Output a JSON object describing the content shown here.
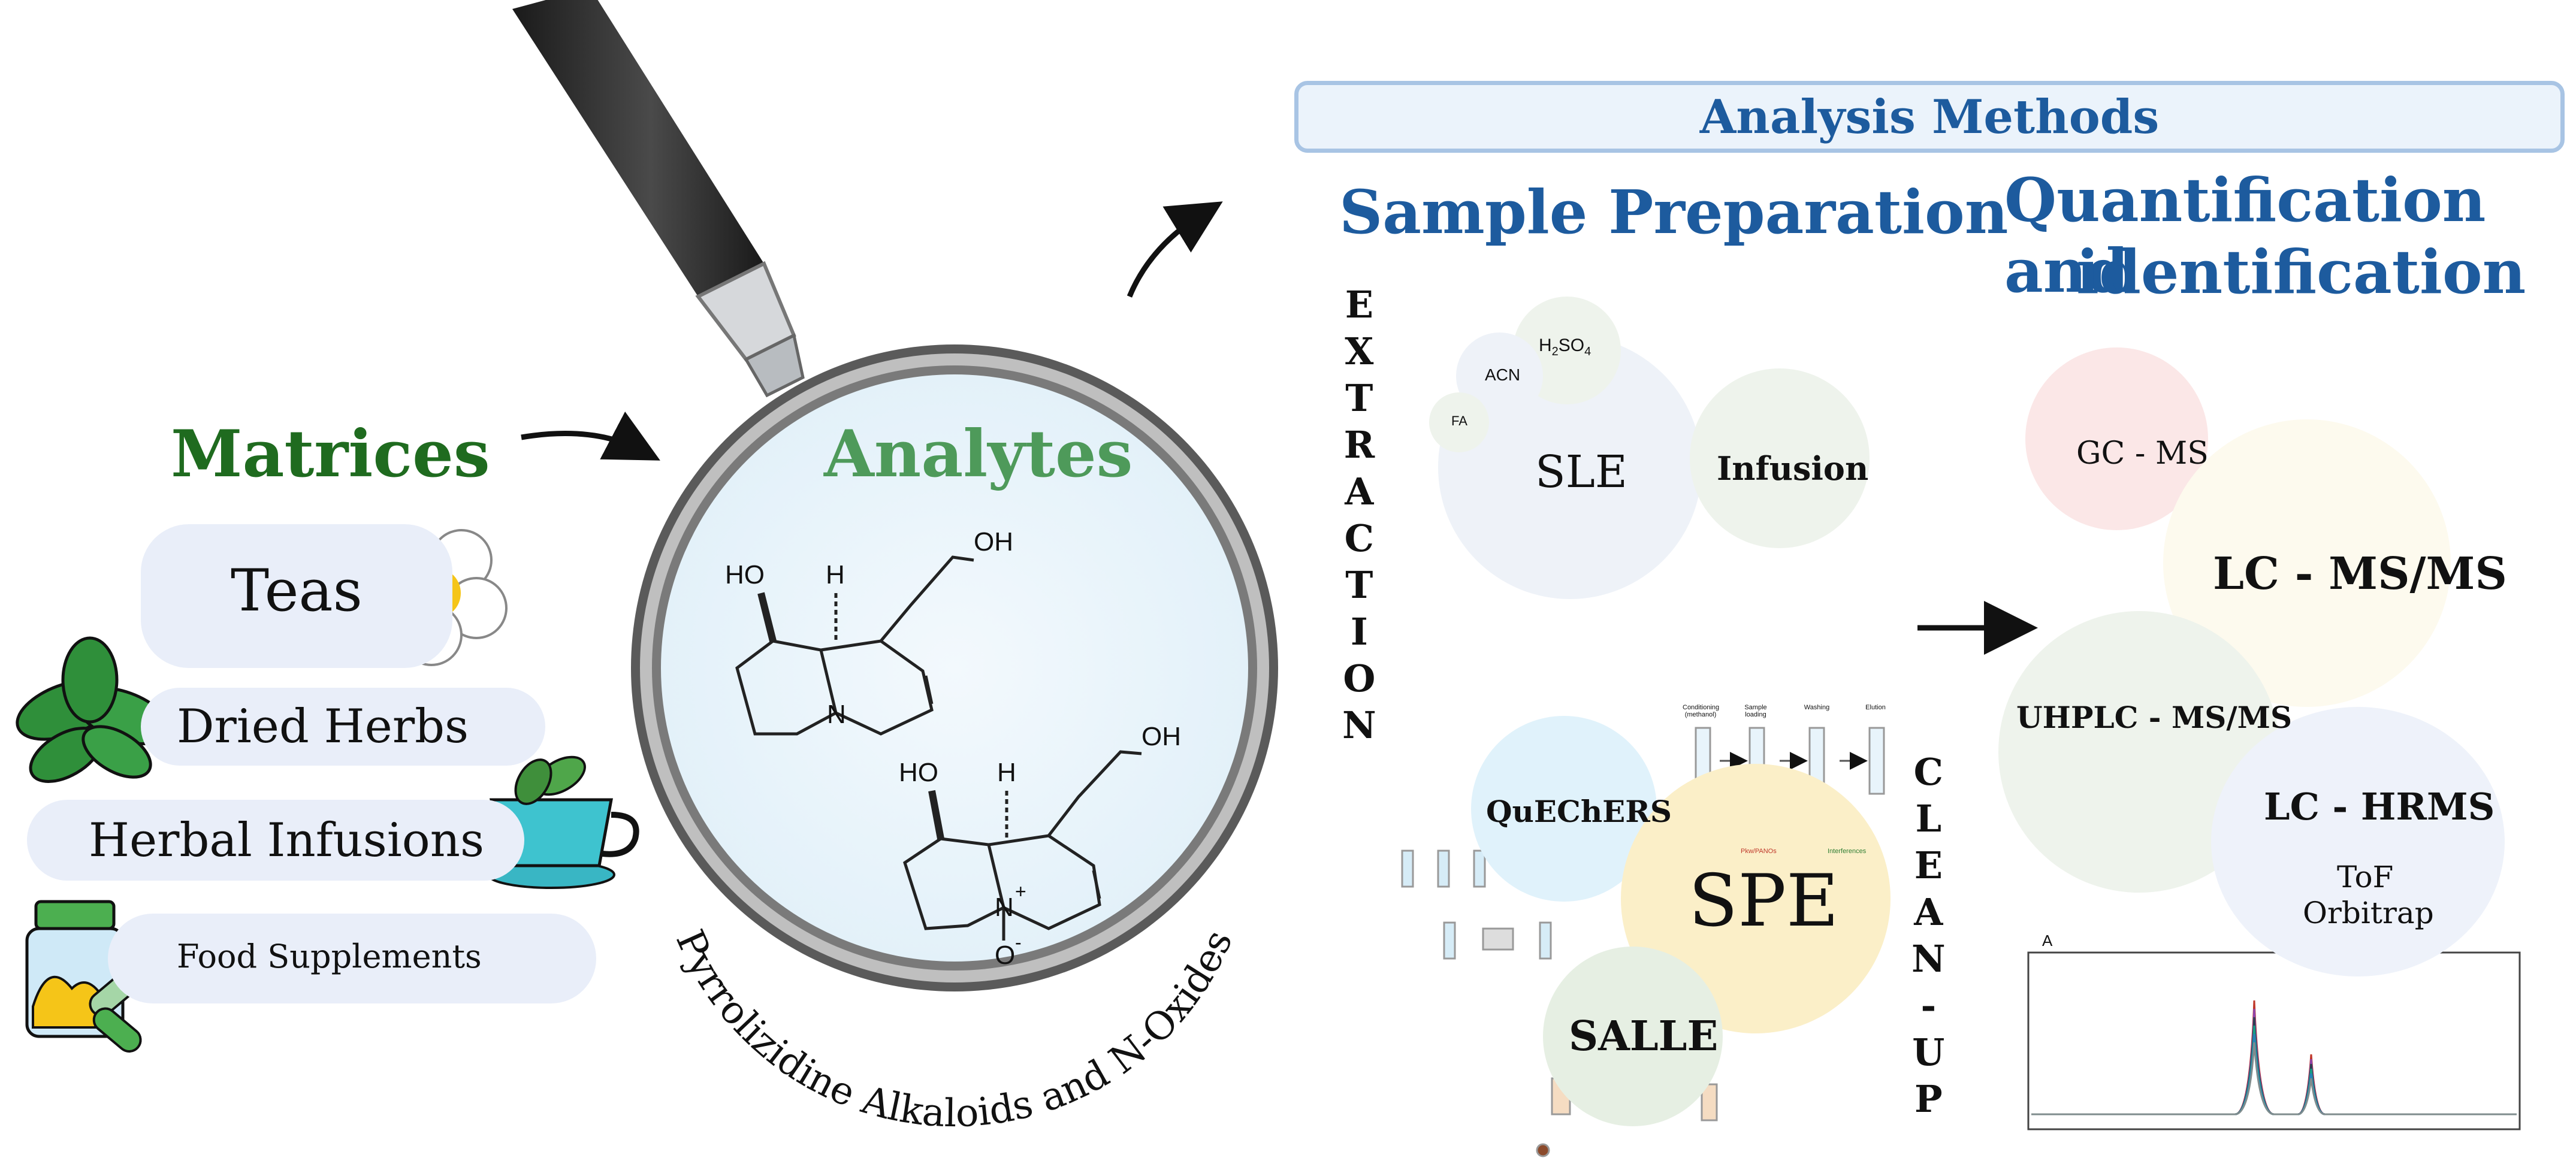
{
  "header": {
    "title": "Analysis Methods"
  },
  "matrices": {
    "heading": "Matrices",
    "items": [
      "Teas",
      "Dried Herbs",
      "Herbal Infusions",
      "Food Supplements"
    ]
  },
  "analytes": {
    "heading": "Analytes",
    "subtitle": "Pyrrolizidine Alkaloids and N-Oxides",
    "molecule1": {
      "ho": "HO",
      "h": "H",
      "oh": "OH",
      "n": "N"
    },
    "molecule2": {
      "ho": "HO",
      "h": "H",
      "oh": "OH",
      "n": "N",
      "plus": "+",
      "o": "O",
      "minus": "-"
    }
  },
  "sample_preparation": {
    "heading": "Sample Preparation",
    "extraction_letters": [
      "E",
      "X",
      "T",
      "R",
      "A",
      "C",
      "T",
      "I",
      "O",
      "N"
    ],
    "cleanup_letters": [
      "C",
      "L",
      "E",
      "A",
      "N",
      "-",
      "U",
      "P"
    ],
    "extraction": {
      "sle": "SLE",
      "infusion": "Infusion",
      "solvents": {
        "acn": "ACN",
        "h2so4": "H",
        "h2so4_sub2": "2",
        "h2so4_so": "SO",
        "h2so4_sub4": "4",
        "fa": "FA"
      }
    },
    "cleanup": {
      "quechers": "QuEChERS",
      "spe": "SPE",
      "salle": "SALLE",
      "spe_steps": [
        "Conditioning (methanol)",
        "Sample loading",
        "Washing",
        "Elution"
      ],
      "spe_legend": [
        "Pkw/PANOs",
        "Interferences"
      ]
    }
  },
  "quantification": {
    "heading_line1": "Quantification and",
    "heading_line2": "identification",
    "methods": {
      "gcms": "GC - MS",
      "lcmsms": "LC - MS/MS",
      "uhplc": "UHPLC - MS/MS",
      "lchrms": "LC - HRMS",
      "tof": "ToF",
      "orbitrap": "Orbitrap"
    },
    "chromatogram_label": "A"
  },
  "colors": {
    "green_heading": "#1f6b1f",
    "analytes_heading": "#4e9a5a",
    "blue_heading": "#1d5b9e",
    "pill": "#e9eef9",
    "spe_circle": "#fbefc8",
    "gcms_circle": "#fbe7e7",
    "lcmsms_circle": "#fdfaee",
    "uhplc_circle": "#eef3ec",
    "lchrms_circle": "#eef2fa"
  }
}
